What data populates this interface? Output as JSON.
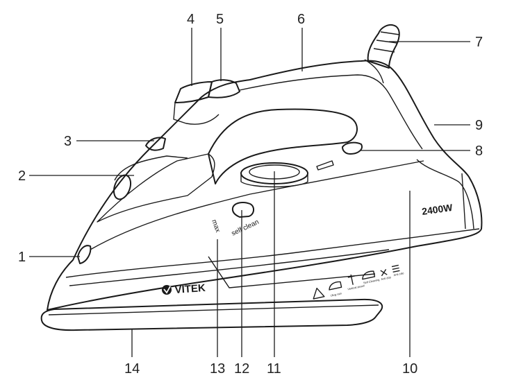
{
  "product": {
    "brand": "VITEK",
    "power_label": "2400W",
    "dial_label_self_clean": "self clean",
    "dial_label_max": "max"
  },
  "care_symbols": [
    {
      "icon": "hot-surface-warning-icon",
      "caption": ""
    },
    {
      "icon": "iron-steam-icon",
      "caption": "Ukrg ram"
    },
    {
      "icon": "vertical-steam-icon",
      "caption": "Vertical steam"
    },
    {
      "icon": "self-clean-icon",
      "caption": "Self Cleaning"
    },
    {
      "icon": "anti-drip-icon",
      "caption": "Anti drip"
    },
    {
      "icon": "anti-calc-icon",
      "caption": "Anti calc"
    }
  ],
  "callouts": [
    {
      "number": "1",
      "icon": "spray-nozzle"
    },
    {
      "number": "2",
      "icon": "water-inlet-cover"
    },
    {
      "number": "3",
      "icon": "spray-button"
    },
    {
      "number": "4",
      "icon": "steam-boost-button"
    },
    {
      "number": "5",
      "icon": "steam-control"
    },
    {
      "number": "6",
      "icon": "handle"
    },
    {
      "number": "7",
      "icon": "cord-protector"
    },
    {
      "number": "8",
      "icon": "indicator-light"
    },
    {
      "number": "9",
      "icon": "heel-rest"
    },
    {
      "number": "10",
      "icon": "body"
    },
    {
      "number": "11",
      "icon": "temperature-dial"
    },
    {
      "number": "12",
      "icon": "self-clean-button"
    },
    {
      "number": "13",
      "icon": "max-mark"
    },
    {
      "number": "14",
      "icon": "soleplate"
    }
  ]
}
